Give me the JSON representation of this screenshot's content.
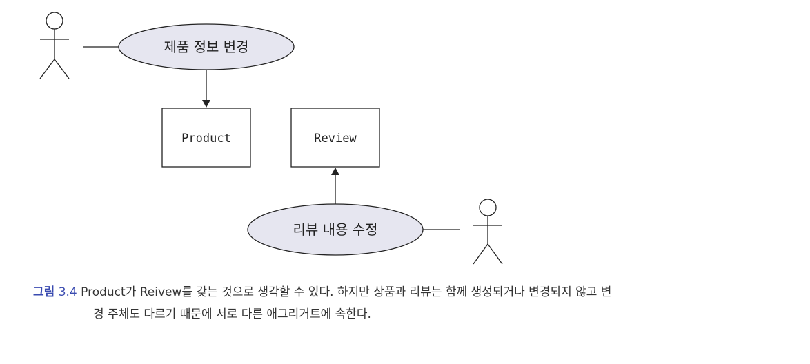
{
  "diagram": {
    "use_case_top": {
      "label": "제품 정보 변경"
    },
    "use_case_bottom": {
      "label": "리뷰 내용 수정"
    },
    "entity_product": {
      "label": "Product"
    },
    "entity_review": {
      "label": "Review"
    },
    "colors": {
      "ellipse_fill": "#e6e6f0",
      "stroke": "#222222",
      "caption_accent": "#3a4bb0"
    }
  },
  "caption": {
    "figure_label": "그림",
    "figure_number": "3.4",
    "line1": "Product가 Reivew를 갖는 것으로 생각할 수 있다. 하지만 상품과 리뷰는 함께 생성되거나 변경되지 않고 변",
    "line2": "경 주체도 다르기 때문에 서로 다른 애그리거트에 속한다."
  }
}
